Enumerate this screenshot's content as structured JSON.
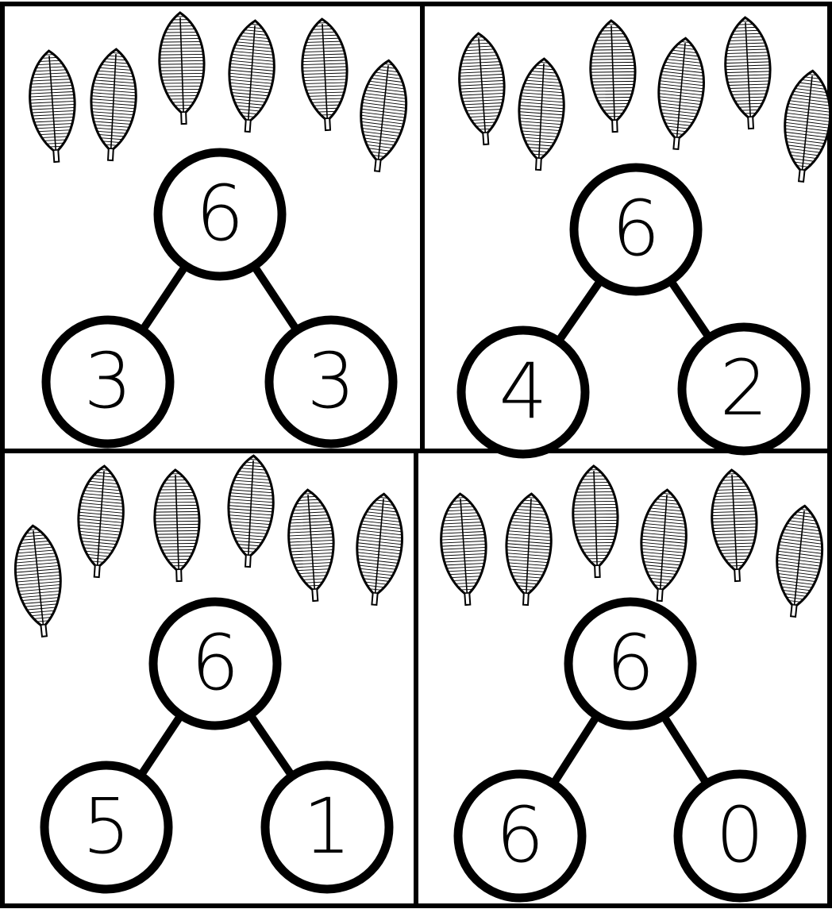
{
  "worksheet": {
    "panels": [
      {
        "leaf_count": 6,
        "whole": "6",
        "part_left": "3",
        "part_right": "3"
      },
      {
        "leaf_count": 6,
        "whole": "6",
        "part_left": "4",
        "part_right": "2"
      },
      {
        "leaf_count": 6,
        "whole": "6",
        "part_left": "5",
        "part_right": "1"
      },
      {
        "leaf_count": 6,
        "whole": "6",
        "part_left": "6",
        "part_right": "0"
      }
    ],
    "colors": {
      "ink": "#000000",
      "paper": "#ffffff"
    },
    "icon": "leaf-icon"
  }
}
